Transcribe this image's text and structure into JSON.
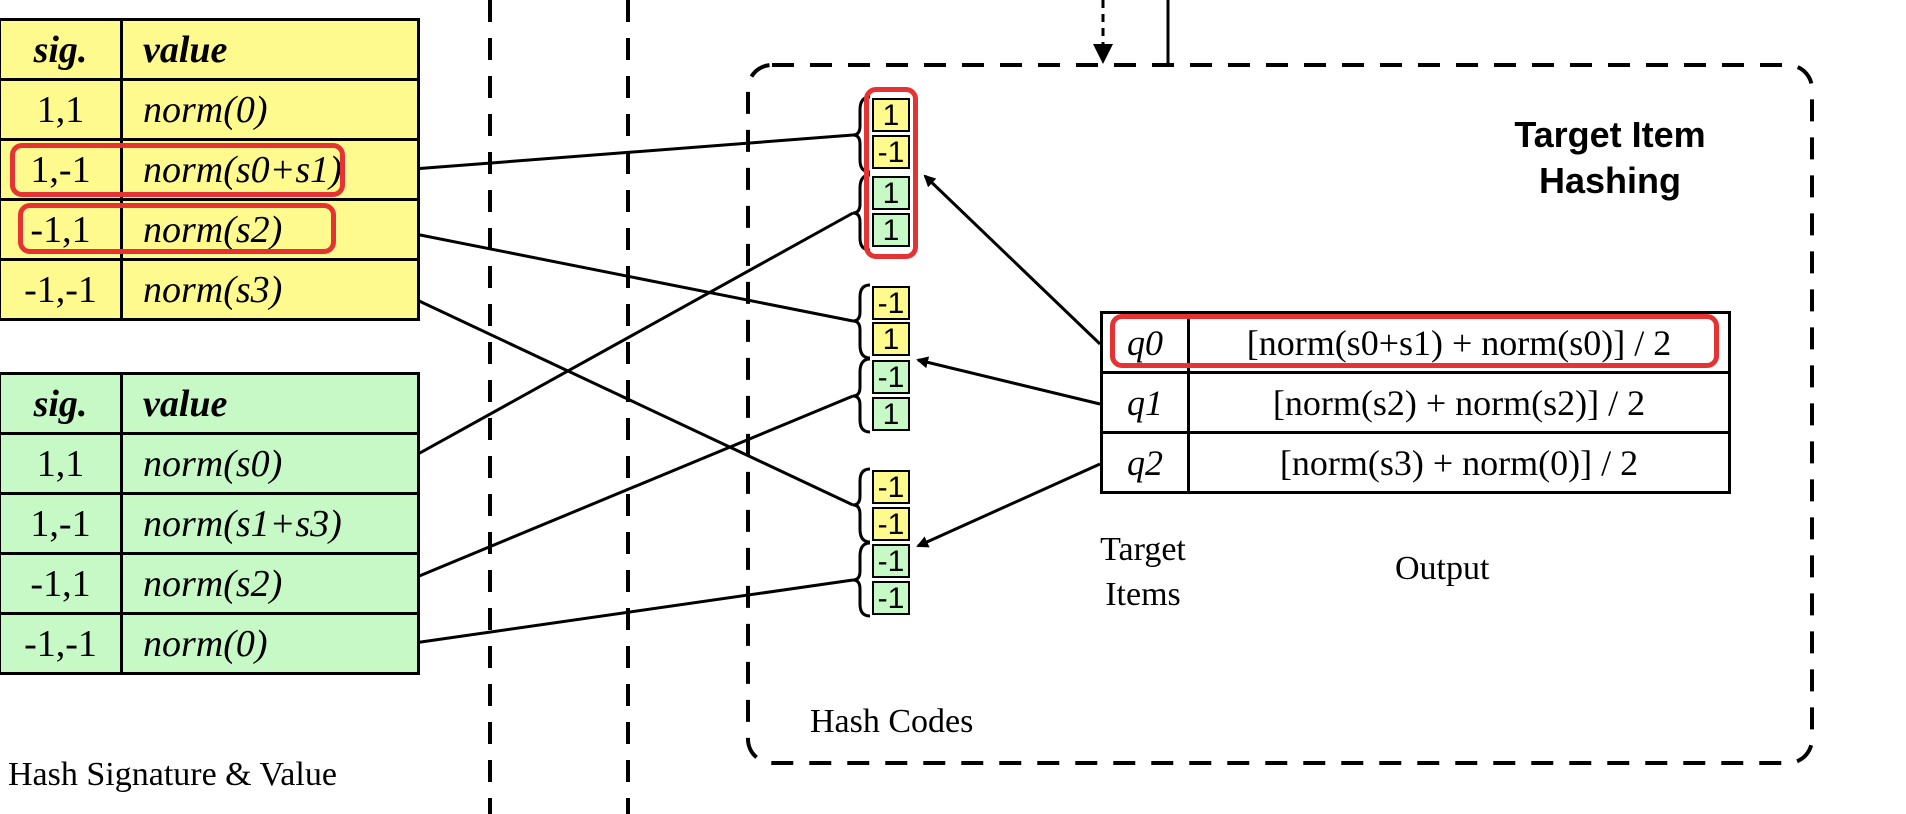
{
  "tables": {
    "yellow": {
      "header": {
        "sig": "sig.",
        "value": "value"
      },
      "rows": [
        {
          "sig": "1,1",
          "value": "norm(0)"
        },
        {
          "sig": "1,-1",
          "value": "norm(s0+s1)"
        },
        {
          "sig": "-1,1",
          "value": "norm(s2)"
        },
        {
          "sig": "-1,-1",
          "value": "norm(s3)"
        }
      ]
    },
    "green": {
      "header": {
        "sig": "sig.",
        "value": "value"
      },
      "rows": [
        {
          "sig": "1,1",
          "value": "norm(s0)"
        },
        {
          "sig": "1,-1",
          "value": "norm(s1+s3)"
        },
        {
          "sig": "-1,1",
          "value": "norm(s2)"
        },
        {
          "sig": "-1,-1",
          "value": "norm(0)"
        }
      ]
    }
  },
  "hash_signature_label": "Hash Signature & Value",
  "hash_codes": {
    "label": "Hash Codes",
    "groups": [
      {
        "yellow": [
          "1",
          "-1"
        ],
        "green": [
          "1",
          "1"
        ]
      },
      {
        "yellow": [
          "-1",
          "1"
        ],
        "green": [
          "-1",
          "1"
        ]
      },
      {
        "yellow": [
          "-1",
          "-1"
        ],
        "green": [
          "-1",
          "-1"
        ]
      }
    ]
  },
  "section_title": "Target Item Hashing",
  "target_items": {
    "rows": [
      {
        "item": "q0",
        "output": "[norm(s0+s1) + norm(s0)] / 2"
      },
      {
        "item": "q1",
        "output": "[norm(s2) + norm(s2)] / 2"
      },
      {
        "item": "q2",
        "output": "[norm(s3) + norm(0)] / 2"
      }
    ],
    "col_label_items": "Target Items",
    "col_label_output": "Output"
  },
  "colors": {
    "yellow_fill": "#fffa8e",
    "green_fill": "#c6f9c5",
    "highlight": "#e53333"
  }
}
